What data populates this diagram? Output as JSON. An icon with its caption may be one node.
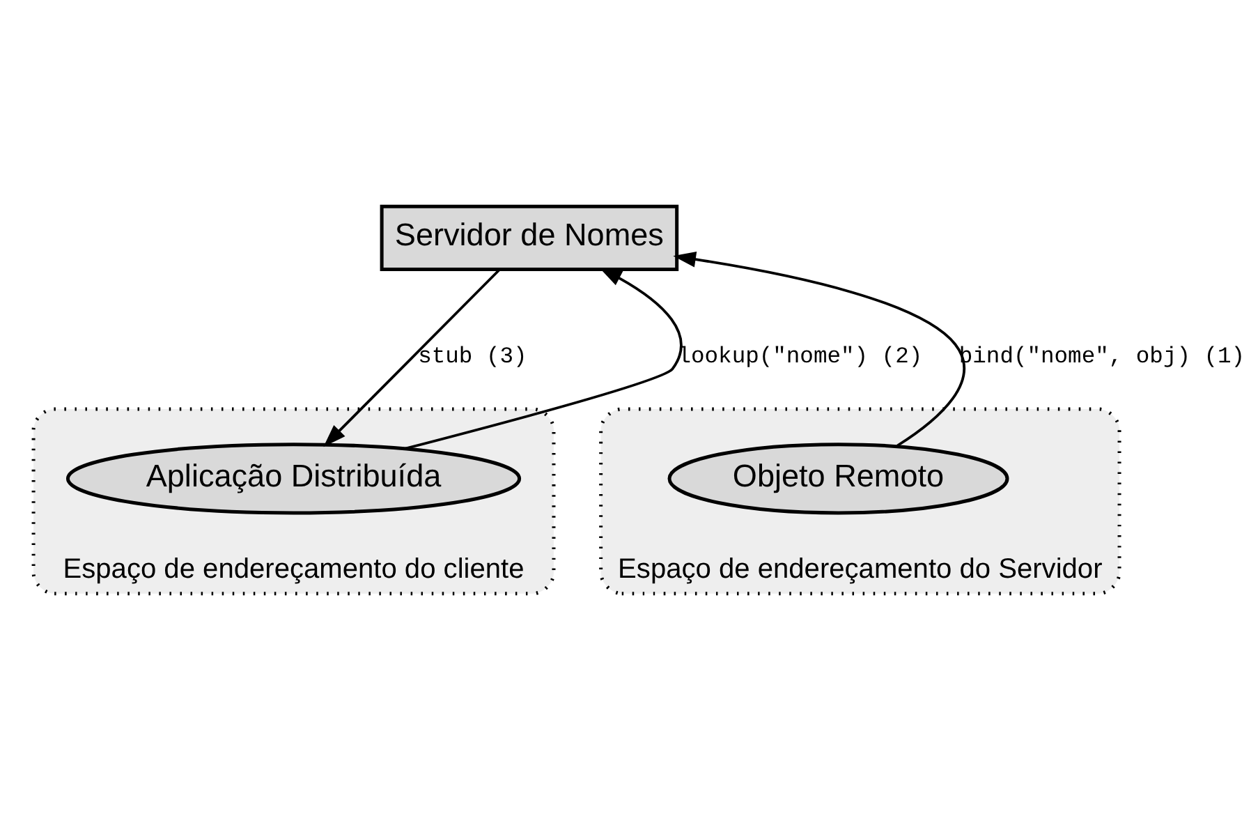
{
  "diagram": {
    "nodes": [
      {
        "text": [
          "Servidor de Nomes"
        ]
      },
      {
        "text": [
          "Espaço de endereçamento do cliente"
        ]
      },
      {
        "text": [
          "Aplicação Distribuída"
        ],
        "in": 1
      },
      {
        "text": [
          "Espaço de endereçamento do Servidor"
        ]
      },
      {
        "text": [
          "Objeto Remoto"
        ],
        "in": 3
      }
    ],
    "edges": [
      {
        "from": 2,
        "to": 0,
        "arrow": "to",
        "label": "lookup(\"nome\") (2)"
      },
      {
        "from": 0,
        "to": 2,
        "arrow": "to",
        "label": "stub (3)"
      },
      {
        "from": 4,
        "to": 0,
        "arrow": "to",
        "label": "bind(\"nome\", obj) (1)"
      }
    ]
  }
}
